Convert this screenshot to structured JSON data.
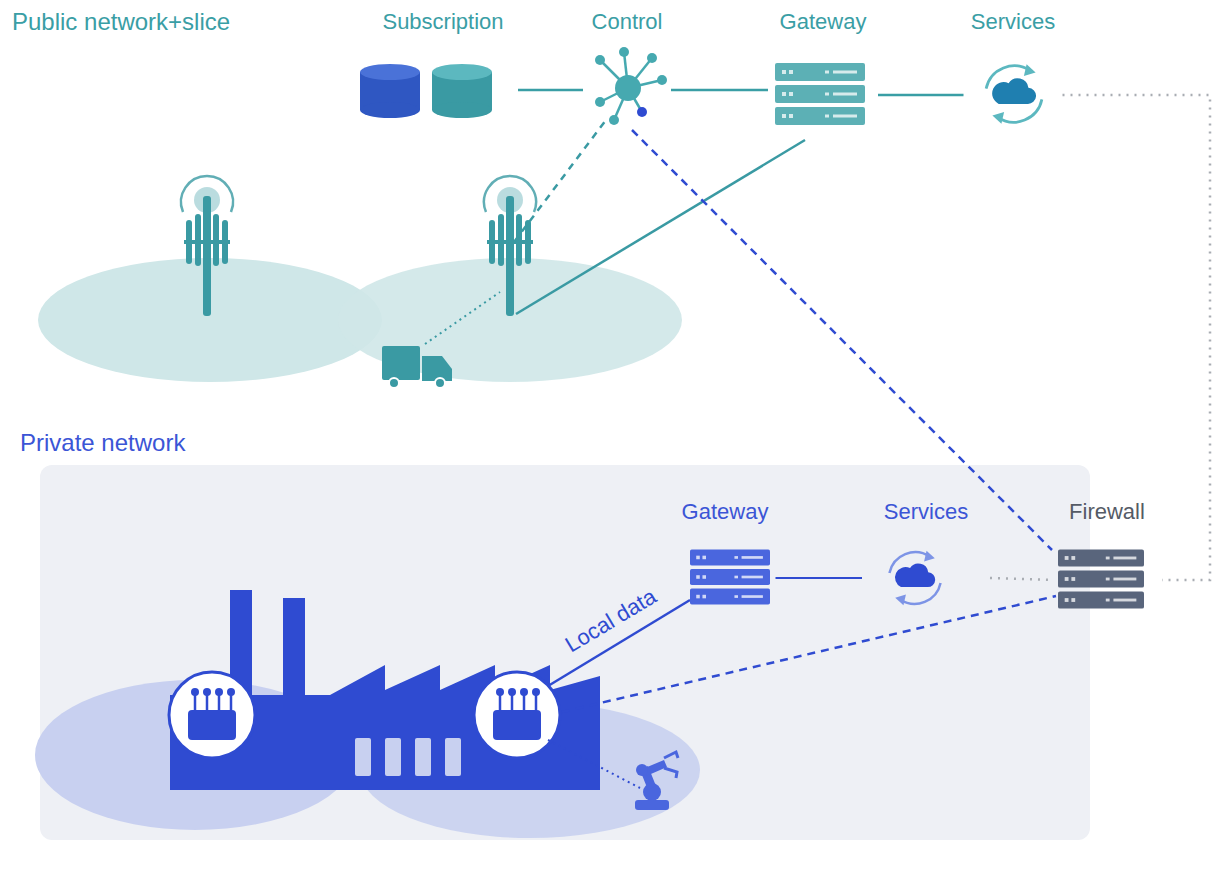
{
  "diagram": {
    "nodes": [
      {
        "text": [
          "Subscription"
        ]
      },
      {
        "text": [
          "Control"
        ]
      },
      {
        "text": [
          "Gateway"
        ]
      },
      {
        "text": [
          "Services"
        ]
      },
      {
        "text": [
          "Private network"
        ]
      },
      {
        "text": [
          "Gateway"
        ],
        "in": 4
      },
      {
        "text": [
          "Services"
        ],
        "in": 4
      },
      {
        "text": [
          "Firewall"
        ]
      }
    ],
    "edges": [
      {
        "from": 0,
        "to": 1,
        "arrow": "none"
      },
      {
        "from": 1,
        "to": 2,
        "arrow": "none"
      },
      {
        "from": 2,
        "to": 3,
        "arrow": "none"
      },
      {
        "from": 3,
        "to": 7,
        "arrow": "none"
      },
      {
        "from": 1,
        "to": 7,
        "arrow": "none"
      },
      {
        "from": 5,
        "to": 6,
        "arrow": "none"
      },
      {
        "from": 6,
        "to": 7,
        "arrow": "none"
      }
    ],
    "labels": [
      "Public network+slice",
      "Local data"
    ]
  }
}
